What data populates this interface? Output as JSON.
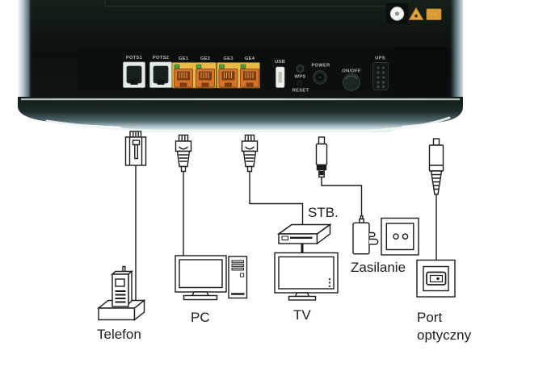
{
  "router": {
    "ports": {
      "pots": [
        "POTS1",
        "POTS2"
      ],
      "ge": [
        "GE1",
        "GE2",
        "GE3",
        "GE4"
      ],
      "usb_label": "USB",
      "wps_label": "WPS",
      "reset_label": "RESET",
      "power_label": "POWER",
      "onoff_label": "ON/OFF",
      "ups_label": "UPS"
    },
    "colors": {
      "body_dark": "#0c1210",
      "stand_silver": "#dce8ea",
      "pots_faceplate": "#e4ece7",
      "ethernet_yellow": "#e8ba43",
      "ethernet_orange": "#d4732b",
      "led_green": "#4f9d3c",
      "warning_yellow": "#e5a63c",
      "port_label_gray": "#b3bbb4"
    }
  },
  "devices": {
    "telefon": {
      "label": "Telefon"
    },
    "pc": {
      "label": "PC"
    },
    "stb": {
      "label": "STB."
    },
    "tv": {
      "label": "TV"
    },
    "zasilanie": {
      "label": "Zasilanie"
    },
    "port_optyczny": {
      "line1": "Port",
      "line2": "optyczny"
    }
  }
}
